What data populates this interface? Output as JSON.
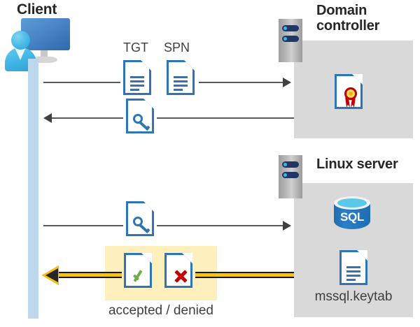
{
  "diagram": {
    "title": "Kerberos authentication flow between client, domain controller and Linux SQL server",
    "actors": {
      "client": {
        "label": "Client",
        "icon": "client-computer-user-icon"
      },
      "domain_controller": {
        "label": "Domain\ncontroller",
        "label_line1": "Domain",
        "label_line2": "controller",
        "rack_icon": "server-rack-icon",
        "contents": [
          {
            "name": "certificate-document-icon",
            "label": ""
          }
        ]
      },
      "linux_server": {
        "label": "Linux server",
        "rack_icon": "server-rack-icon",
        "contents": [
          {
            "name": "sql-database-icon",
            "label": "SQL"
          },
          {
            "name": "keytab-document-icon",
            "label": "mssql.keytab"
          }
        ]
      }
    },
    "messages": [
      {
        "id": "msg-1",
        "direction": "right",
        "from": "client",
        "to": "domain_controller",
        "payload_labels": [
          "TGT",
          "SPN"
        ],
        "payload_icons": [
          "document-icon",
          "document-icon"
        ]
      },
      {
        "id": "msg-2",
        "direction": "left",
        "from": "domain_controller",
        "to": "client",
        "payload_labels": [],
        "payload_icons": [
          "key-document-icon"
        ]
      },
      {
        "id": "msg-3",
        "direction": "right",
        "from": "client",
        "to": "linux_server",
        "payload_labels": [],
        "payload_icons": [
          "key-document-icon"
        ]
      },
      {
        "id": "msg-4",
        "direction": "left",
        "from": "linux_server",
        "to": "client",
        "payload_labels": [],
        "payload_icons": [
          "accepted-document-icon",
          "denied-document-icon"
        ],
        "caption": "accepted / denied",
        "highlighted": true
      }
    ],
    "labels": {
      "tgt": "TGT",
      "spn": "SPN",
      "accepted_denied": "accepted / denied",
      "keytab": "mssql.keytab",
      "sql": "SQL"
    },
    "colors": {
      "panel_gray": "#d9d9d9",
      "lifeline_blue": "#bdd7ee",
      "doc_border_blue": "#2e75b6",
      "accent_yellow": "#ffc000",
      "highlight_yellow": "#fdf0bd",
      "check_green": "#70ad47",
      "cross_red": "#c00000",
      "line_gray": "#595959",
      "title_text": "#262626",
      "body_text": "#3f3f3f",
      "rack_navy": "#1f3864",
      "rack_dot_cyan": "#41b6e6",
      "sql_blue": "#1f6cb0",
      "cert_gold": "#ffd966"
    }
  }
}
